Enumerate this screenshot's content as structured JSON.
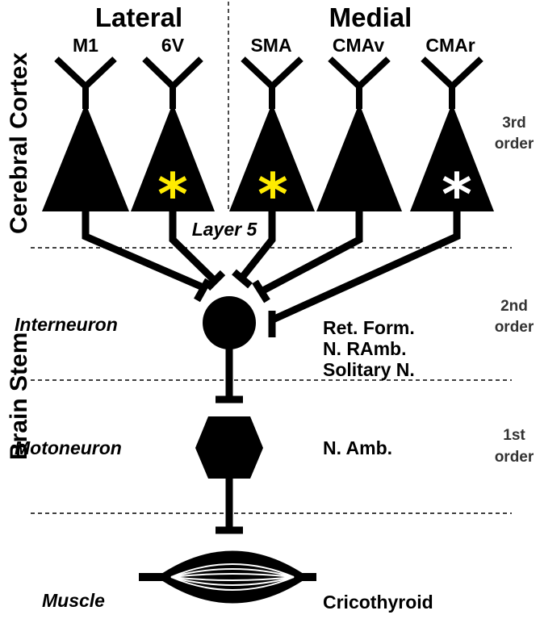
{
  "columns": {
    "lateral_title": "Lateral",
    "medial_title": "Medial"
  },
  "areas": [
    {
      "label": "M1",
      "asterisk": false,
      "asterisk_color": ""
    },
    {
      "label": "6V",
      "asterisk": true,
      "asterisk_color": "#ffeb00"
    },
    {
      "label": "SMA",
      "asterisk": true,
      "asterisk_color": "#ffeb00"
    },
    {
      "label": "CMAv",
      "asterisk": false,
      "asterisk_color": ""
    },
    {
      "label": "CMAr",
      "asterisk": true,
      "asterisk_color": "#ffffff"
    }
  ],
  "asterisk_symbol": "*",
  "regions": {
    "cortex": "Cerebral Cortex",
    "brainstem": "Brain Stem"
  },
  "layers": {
    "layer5": "Layer 5",
    "interneuron": "Interneuron",
    "motoneuron": "Motoneuron",
    "muscle": "Muscle"
  },
  "orders": {
    "third": [
      "3rd",
      "order"
    ],
    "second": [
      "2nd",
      "order"
    ],
    "first": [
      "1st",
      "order"
    ]
  },
  "nuclei": {
    "interneuron_sites": [
      "Ret. Form.",
      "N. RAmb.",
      "Solitary N."
    ],
    "motoneuron_site": "N. Amb.",
    "muscle_name": "Cricothyroid"
  },
  "colors": {
    "ink": "#000000",
    "yellow_asterisk": "#ffeb00",
    "white_asterisk": "#ffffff",
    "order_text": "#333333"
  }
}
